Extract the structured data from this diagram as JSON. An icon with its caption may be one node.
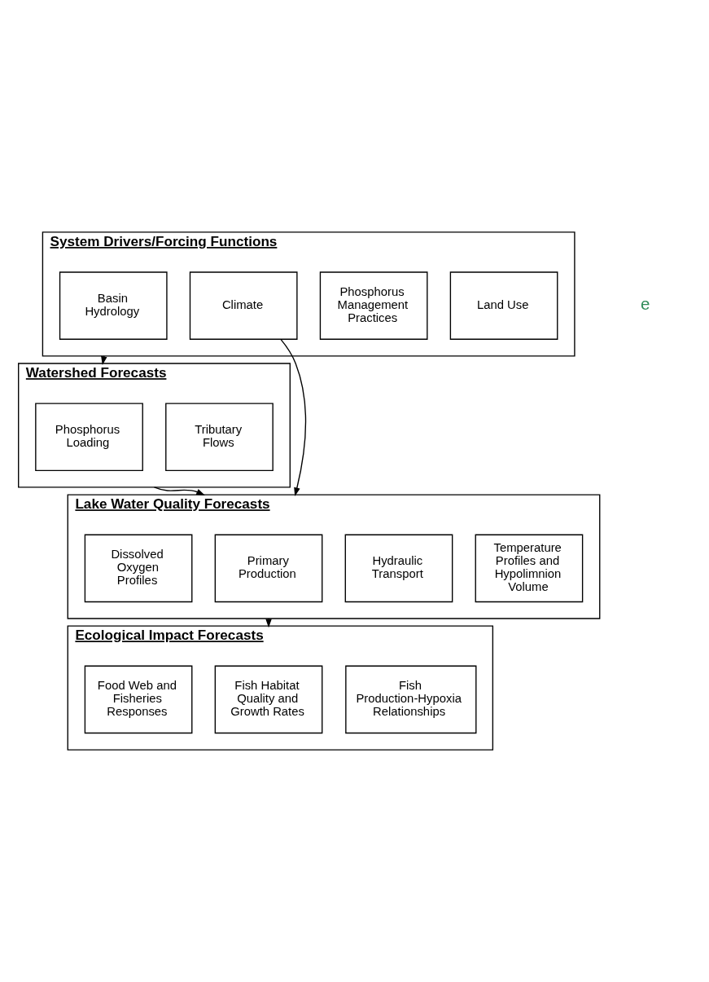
{
  "diagram": {
    "nodes": [
      {
        "text": [
          "System Drivers/Forcing Functions"
        ]
      },
      {
        "text": [
          "Land Use"
        ],
        "in": 0
      },
      {
        "text": [
          "Phosphorus Management Practices"
        ],
        "in": 0
      },
      {
        "text": [
          "Basin Hydrology"
        ],
        "in": 0
      },
      {
        "text": [
          "Climate"
        ],
        "in": 0
      },
      {
        "text": [
          "Watershed Forecasts"
        ]
      },
      {
        "text": [
          "Tributary Flows"
        ],
        "in": 5
      },
      {
        "text": [
          "Phosphorus Loading"
        ],
        "in": 5
      },
      {
        "text": [
          "Lake Water Quality Forecasts"
        ]
      },
      {
        "text": [
          "Temperature Profiles and Hypolimnion Volume"
        ],
        "in": 8
      },
      {
        "text": [
          "Hydraulic Transport"
        ],
        "in": 8
      },
      {
        "text": [
          "Primary Production"
        ],
        "in": 8
      },
      {
        "text": [
          "Dissolved Oxygen Profiles"
        ],
        "in": 8
      },
      {
        "text": [
          "Ecological Impact Forecasts"
        ]
      },
      {
        "text": [
          "Fish Production-Hypoxia Relationships"
        ],
        "in": 13
      },
      {
        "text": [
          "Fish Habitat Quality and Growth Rates"
        ],
        "in": 13
      },
      {
        "text": [
          "Food Web and Fisheries Responses"
        ],
        "in": 13
      }
    ],
    "edges": [
      {
        "from": 0,
        "to": 5,
        "arrow": "to"
      },
      {
        "from": 4,
        "to": 8,
        "arrow": "to"
      },
      {
        "from": 5,
        "to": 8,
        "arrow": "to"
      },
      {
        "from": 8,
        "to": 13,
        "arrow": "to"
      }
    ],
    "labels": [
      "e"
    ]
  }
}
